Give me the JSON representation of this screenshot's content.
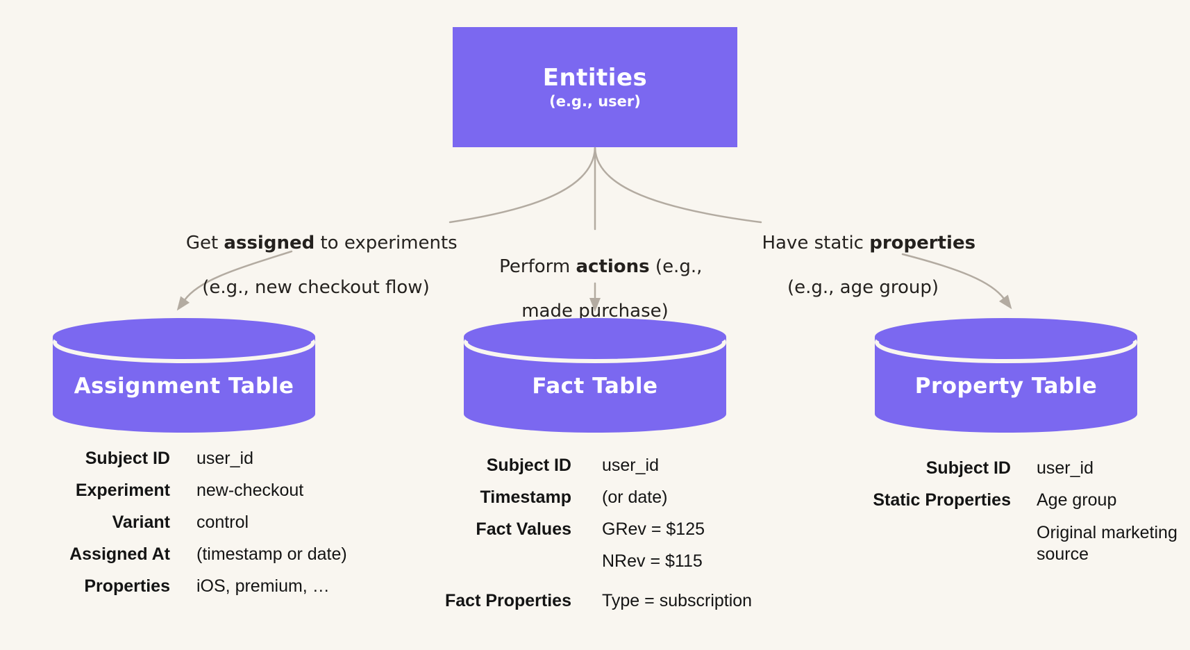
{
  "colors": {
    "background": "#F9F6F0",
    "node_purple": "#7B68F0",
    "arrow_gray": "#B3ABA1",
    "label_text": "#24211E",
    "kv_text": "#141414",
    "node_text": "#FFFFFF"
  },
  "entities_box": {
    "title": "Entities",
    "subtitle": "(e.g., user)"
  },
  "edge_labels": {
    "assigned": {
      "pre": "Get ",
      "bold": "assigned",
      "post": " to experiments",
      "line2": "(e.g., new checkout flow)"
    },
    "actions": {
      "pre": "Perform ",
      "bold": "actions",
      "post": " (e.g.,",
      "line2": "made purchase)"
    },
    "properties": {
      "pre": "Have static ",
      "bold": "properties",
      "post": "",
      "line2": "(e.g., age group)"
    }
  },
  "tables": [
    {
      "title": "Assignment Table",
      "rows": [
        {
          "label": "Subject ID",
          "value": "user_id"
        },
        {
          "label": "Experiment",
          "value": "new-checkout"
        },
        {
          "label": "Variant",
          "value": "control"
        },
        {
          "label": "Assigned At",
          "value": "(timestamp or date)"
        },
        {
          "label": "Properties",
          "value": "iOS, premium, …"
        }
      ]
    },
    {
      "title": "Fact Table",
      "rows": [
        {
          "label": "Subject ID",
          "value": "user_id"
        },
        {
          "label": "Timestamp",
          "value": "(or date)"
        },
        {
          "label": "Fact Values",
          "value": "GRev = $125"
        },
        {
          "label": "",
          "value": "NRev = $115"
        },
        {
          "label": "Fact Properties",
          "value": "Type = subscription"
        }
      ]
    },
    {
      "title": "Property Table",
      "rows": [
        {
          "label": "Subject ID",
          "value": "user_id"
        },
        {
          "label": "Static Properties",
          "value": "Age group"
        },
        {
          "label": "",
          "value": "Original marketing source"
        }
      ]
    }
  ]
}
